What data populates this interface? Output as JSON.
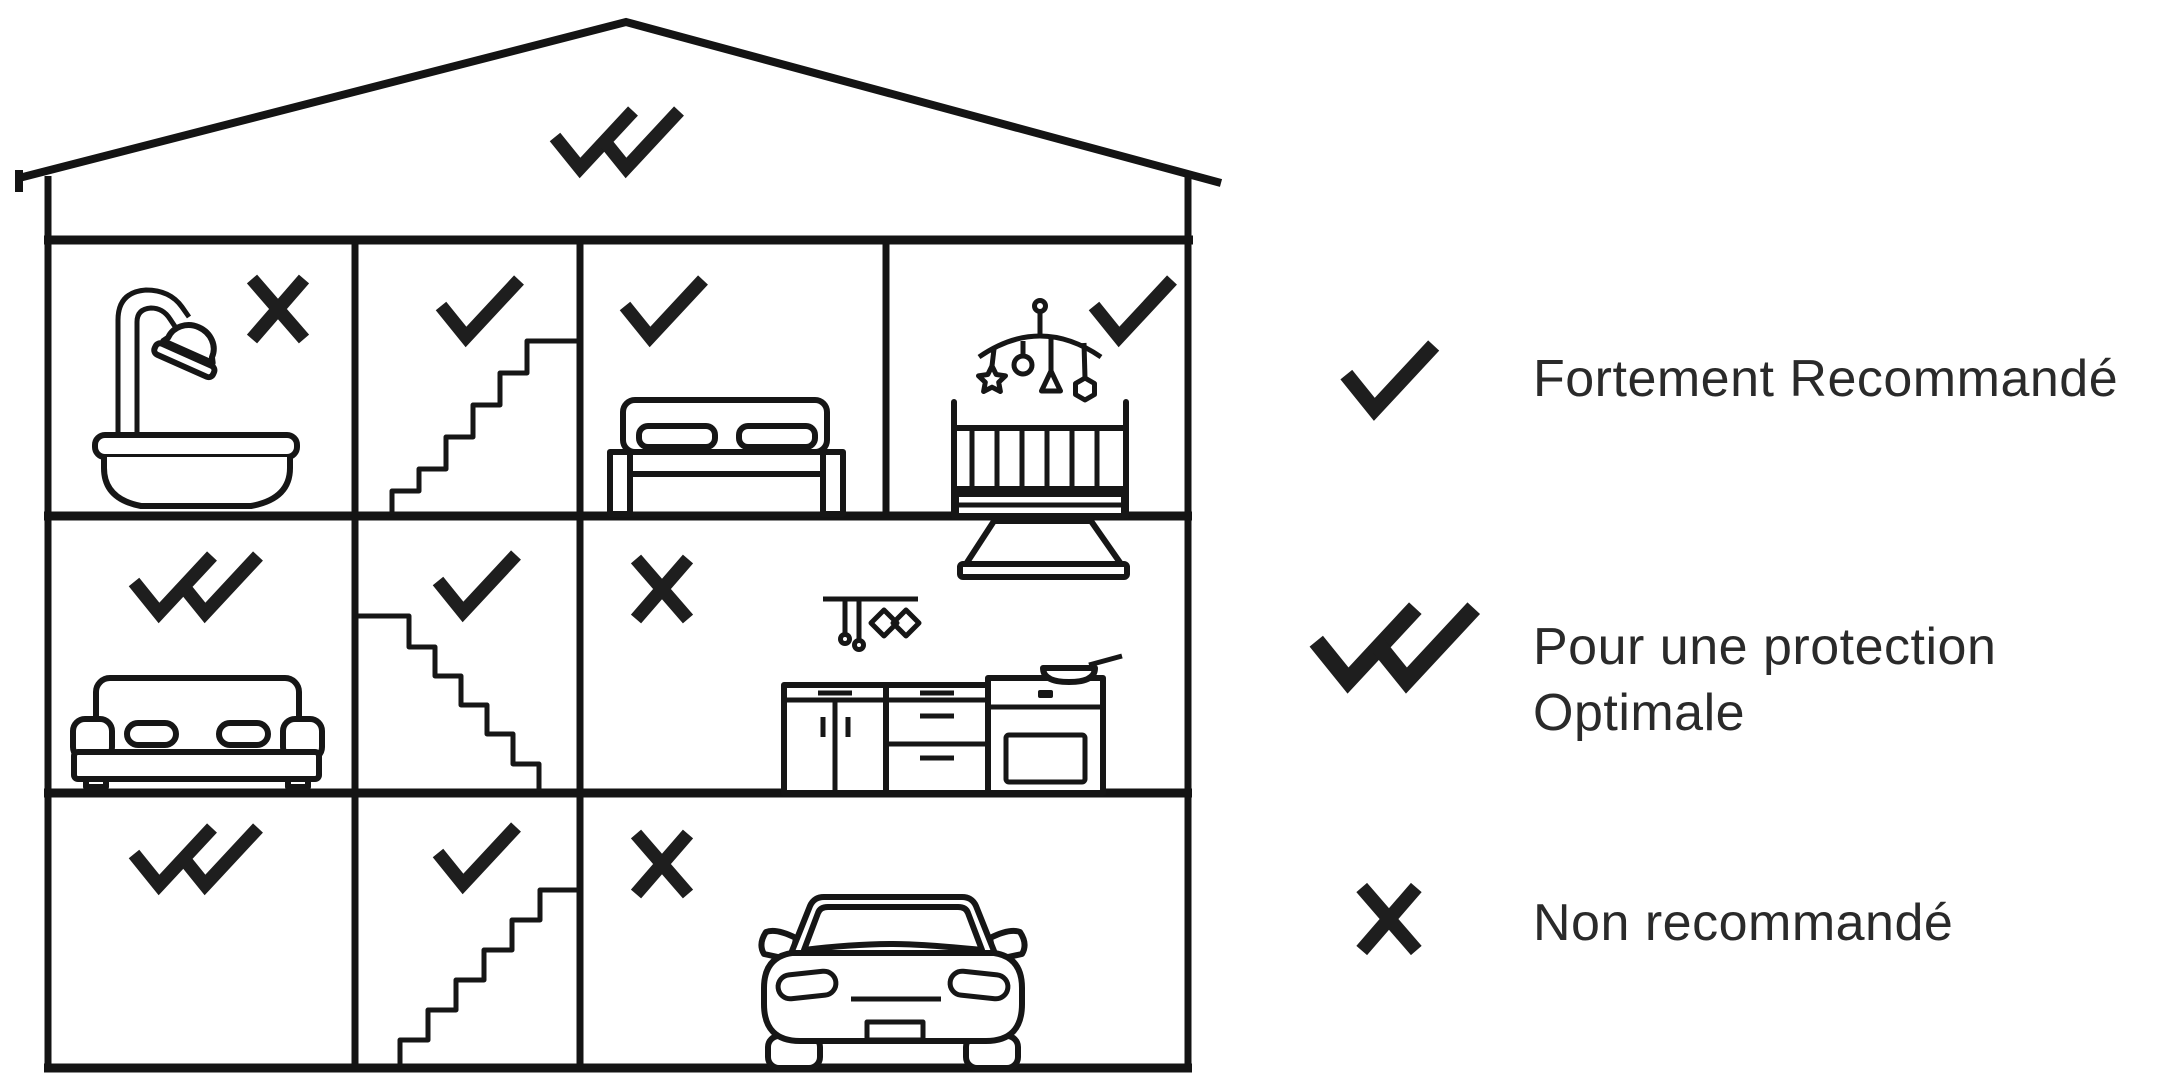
{
  "colors": {
    "background": "#ffffff",
    "line_ink": "#141414",
    "mark_ink": "#1e1e1e",
    "text_ink": "#2a2a2a"
  },
  "legend": {
    "items": [
      {
        "symbol": "single-check",
        "label": "Fortement Recommandé"
      },
      {
        "symbol": "double-check",
        "label": "Pour une protection\nOptimale"
      },
      {
        "symbol": "cross",
        "label": "Non recommandé"
      }
    ]
  },
  "house": {
    "attic": {
      "rating": "double-check"
    },
    "top_floor": {
      "bathroom": {
        "icon": "bathtub-shower-icon",
        "rating": "cross"
      },
      "staircase": {
        "icon": "staircase-icon",
        "rating": "single-check"
      },
      "bedroom": {
        "icon": "double-bed-icon",
        "rating": "single-check"
      },
      "nursery": {
        "icon": "crib-mobile-icon",
        "rating": "single-check"
      }
    },
    "middle_floor": {
      "living_room": {
        "icon": "sofa-icon",
        "rating": "double-check"
      },
      "staircase": {
        "icon": "staircase-icon",
        "rating": "single-check"
      },
      "kitchen": {
        "icon": "kitchen-icon",
        "rating": "cross"
      }
    },
    "ground_floor": {
      "room": {
        "icon": null,
        "rating": "double-check"
      },
      "staircase": {
        "icon": "staircase-icon",
        "rating": "single-check"
      },
      "garage": {
        "icon": "car-icon",
        "rating": "cross"
      }
    }
  }
}
